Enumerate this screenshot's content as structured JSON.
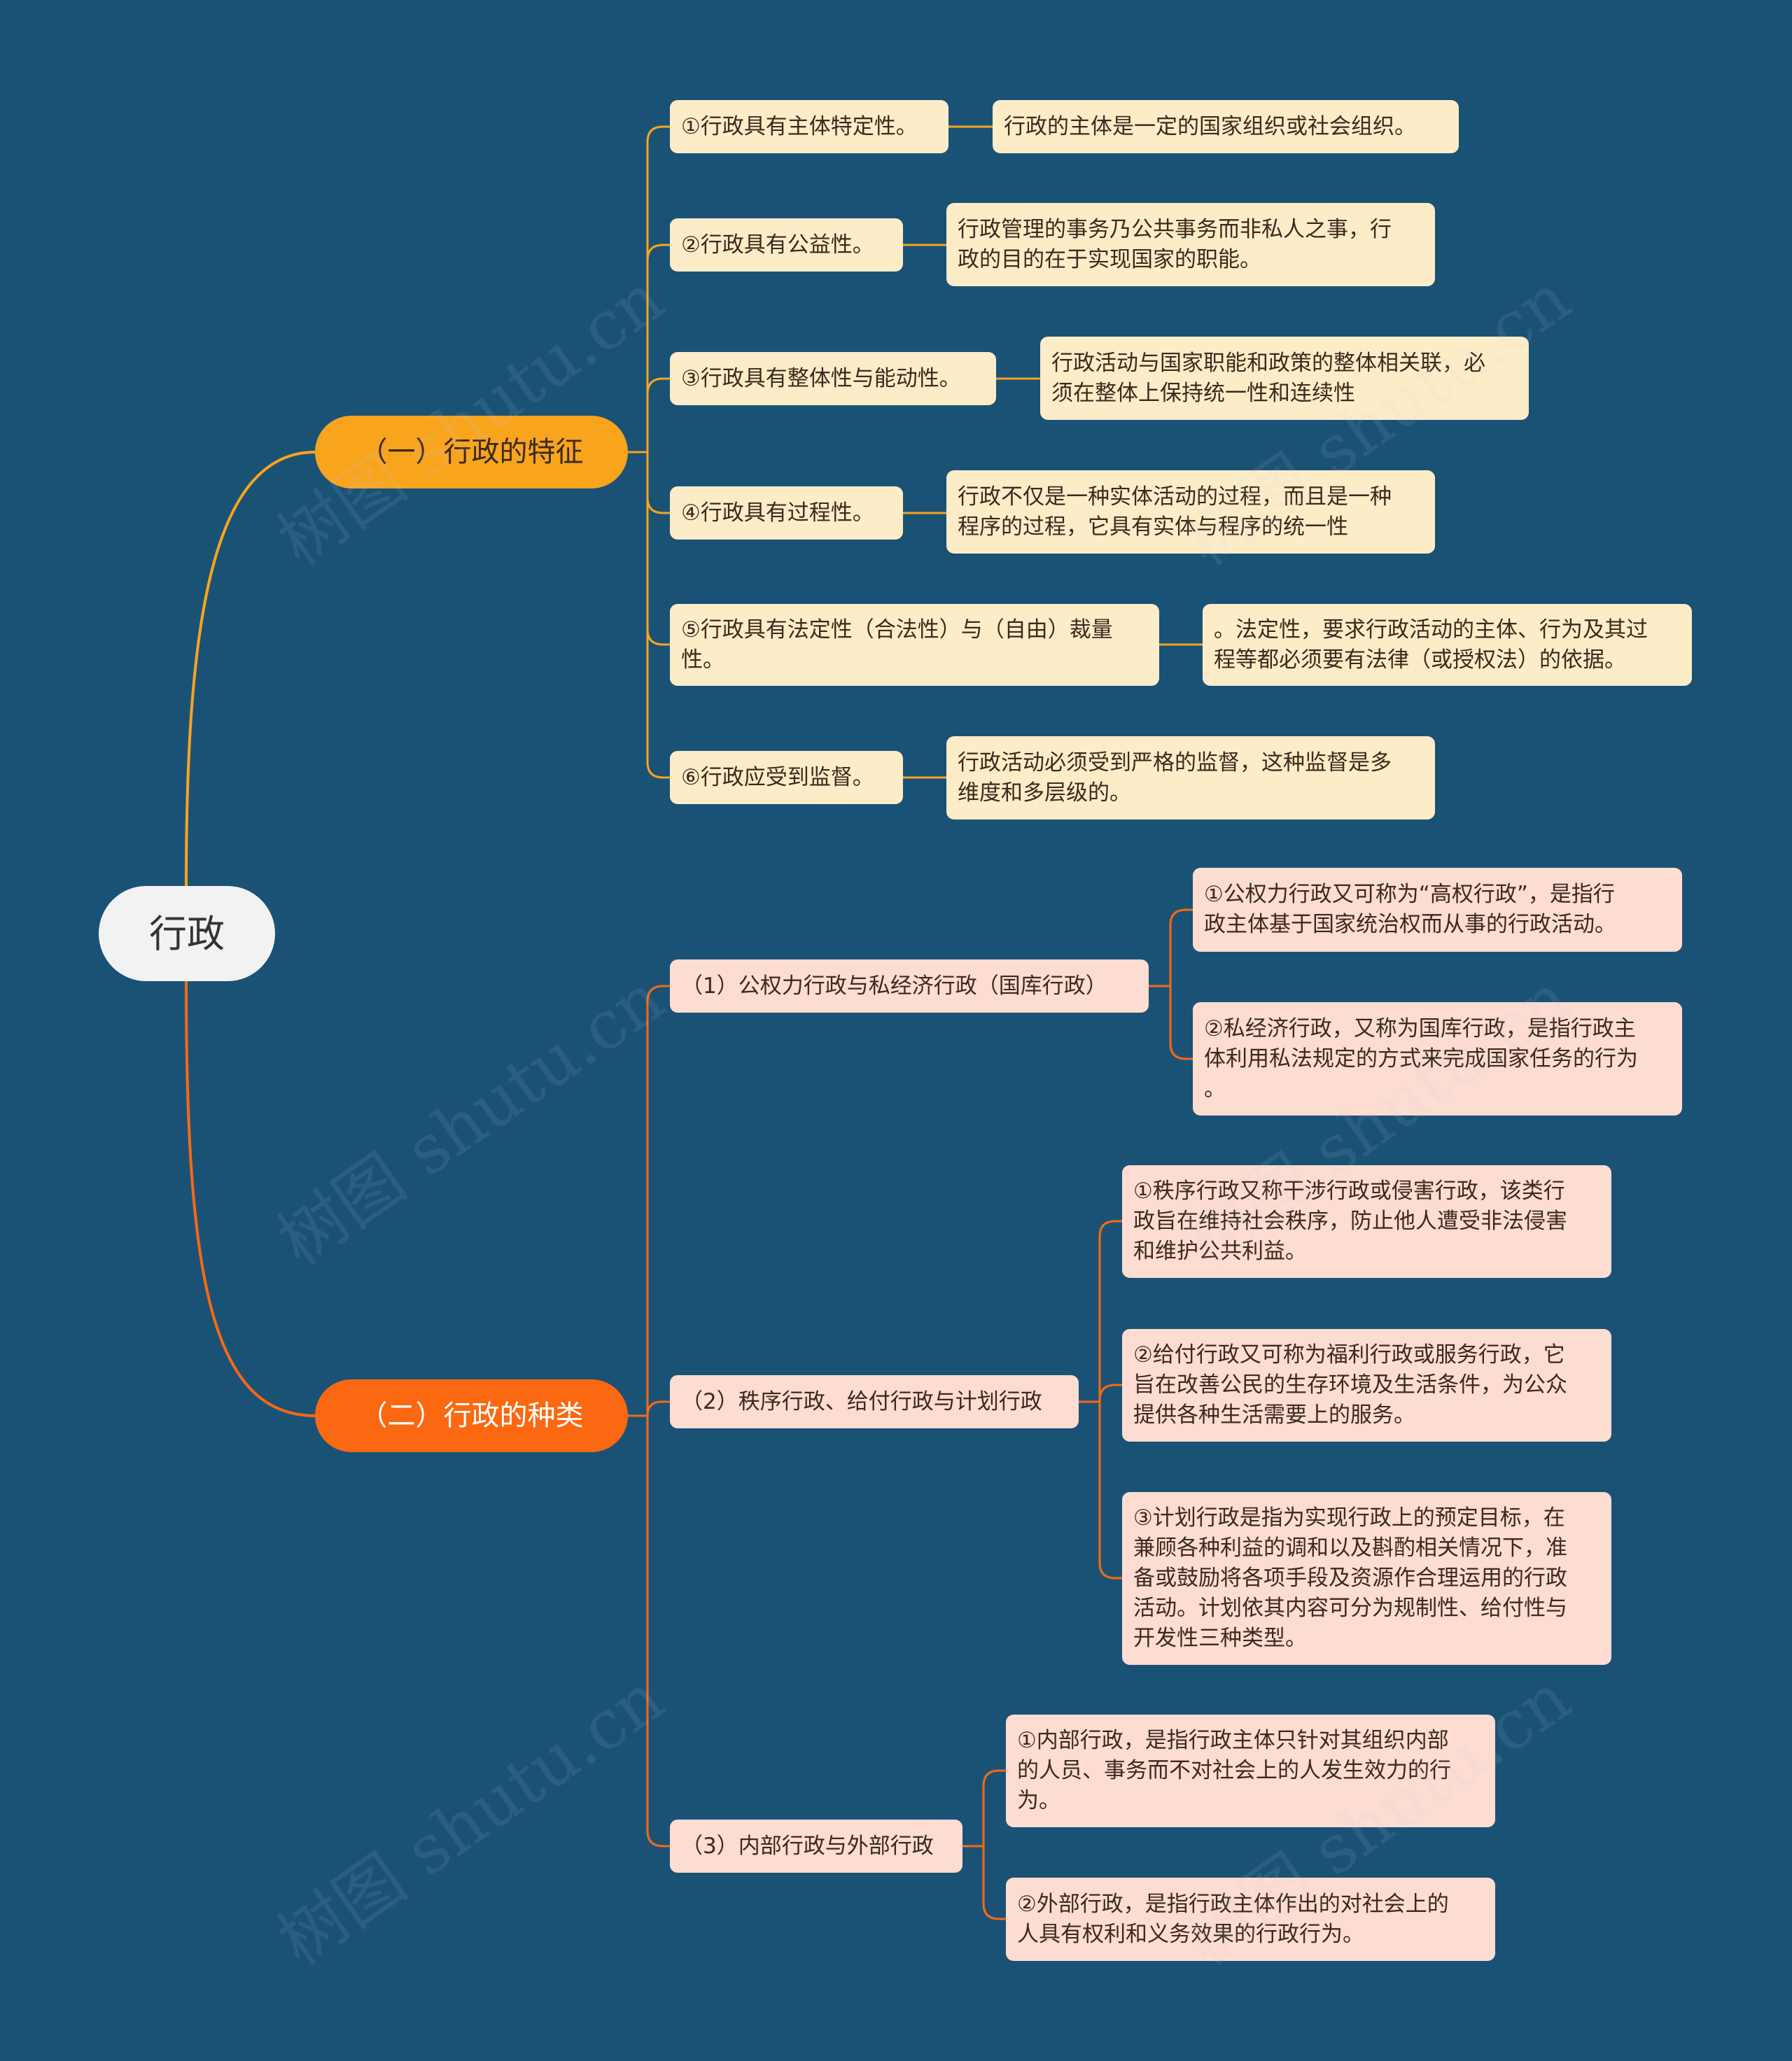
{
  "root": {
    "label": "行政"
  },
  "colors": {
    "background": "#1a5276",
    "branch1": "#f8a41d",
    "branch2": "#fa6812",
    "leaf1": "#fdecc8",
    "leaf2": "#fddcd2"
  },
  "branch1": {
    "label": "（一）行政的特征",
    "items": [
      {
        "label": "①行政具有主体特定性。",
        "detail": "行政的主体是一定的国家组织或社会组织。"
      },
      {
        "label": "②行政具有公益性。",
        "detail": "行政管理的事务乃公共事务而非私人之事，行\n政的目的在于实现国家的职能。"
      },
      {
        "label": "③行政具有整体性与能动性。",
        "detail": "行政活动与国家职能和政策的整体相关联，必\n须在整体上保持统一性和连续性"
      },
      {
        "label": "④行政具有过程性。",
        "detail": "行政不仅是一种实体活动的过程，而且是一种\n程序的过程，它具有实体与程序的统一性"
      },
      {
        "label": "⑤行政具有法定性（合法性）与（自由）裁量\n性。",
        "detail": "。法定性，要求行政活动的主体、行为及其过\n程等都必须要有法律（或授权法）的依据。"
      },
      {
        "label": "⑥行政应受到监督。",
        "detail": "行政活动必须受到严格的监督，这种监督是多\n维度和多层级的。"
      }
    ]
  },
  "branch2": {
    "label": "（二）行政的种类",
    "items": [
      {
        "label": "（1）公权力行政与私经济行政（国库行政）",
        "details": [
          "①公权力行政又可称为“高权行政”，是指行\n政主体基于国家统治权而从事的行政活动。",
          "②私经济行政，又称为国库行政，是指行政主\n体利用私法规定的方式来完成国家任务的行为\n。"
        ]
      },
      {
        "label": "（2）秩序行政、给付行政与计划行政",
        "details": [
          "①秩序行政又称干涉行政或侵害行政，该类行\n政旨在维持社会秩序，防止他人遭受非法侵害\n和维护公共利益。",
          "②给付行政又可称为福利行政或服务行政，它\n旨在改善公民的生存环境及生活条件，为公众\n提供各种生活需要上的服务。",
          "③计划行政是指为实现行政上的预定目标，在\n兼顾各种利益的调和以及斟酌相关情况下，准\n备或鼓励将各项手段及资源作合理运用的行政\n活动。计划依其内容可分为规制性、给付性与\n开发性三种类型。"
        ]
      },
      {
        "label": "（3）内部行政与外部行政",
        "details": [
          "①内部行政，是指行政主体只针对其组织内部\n的人员、事务而不对社会上的人发生效力的行\n为。",
          "②外部行政，是指行政主体作出的对社会上的\n人具有权利和义务效果的行政行为。"
        ]
      }
    ]
  },
  "watermark": "树图 shutu.cn"
}
